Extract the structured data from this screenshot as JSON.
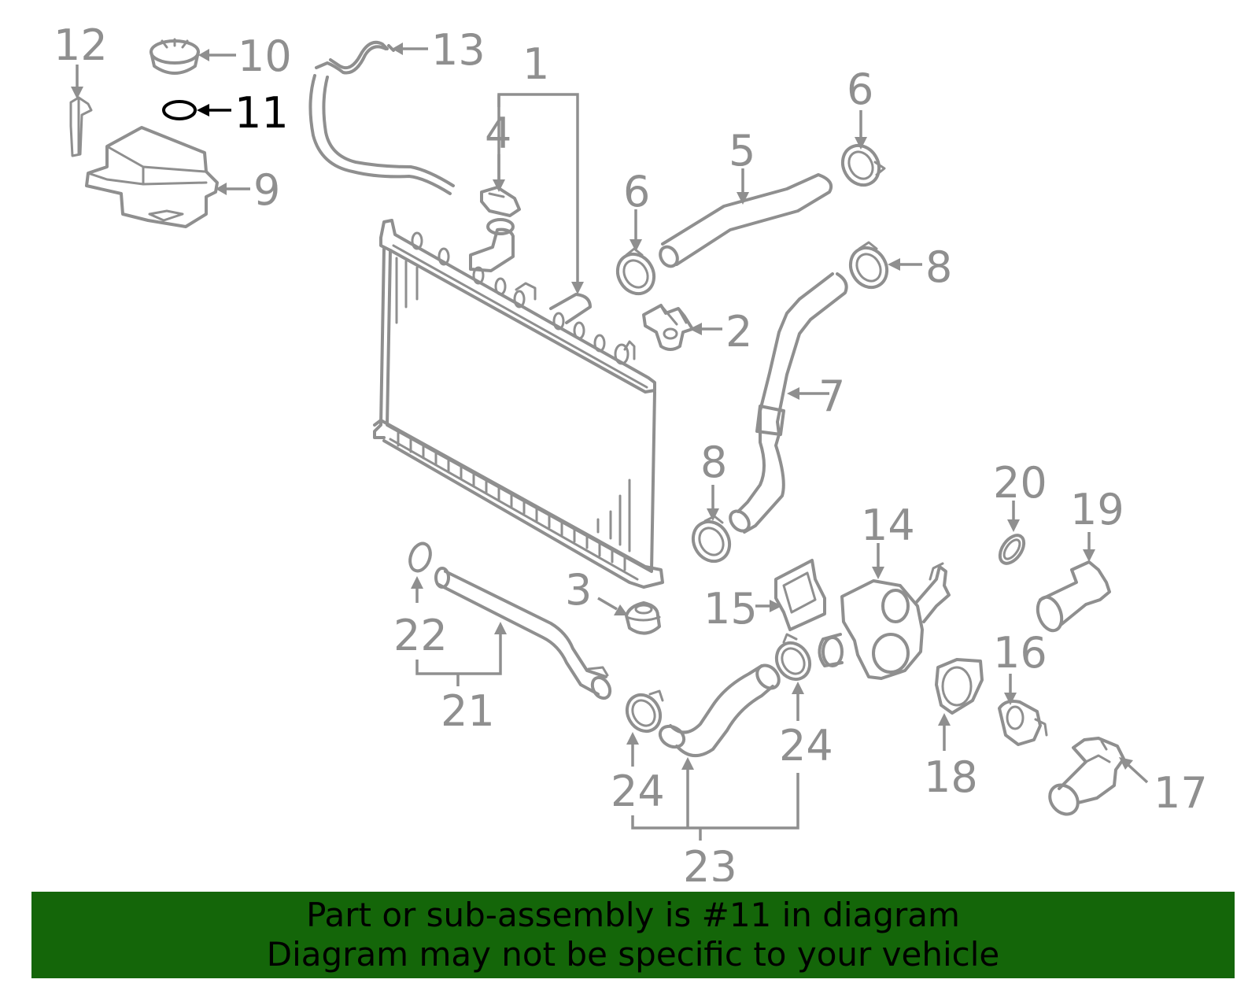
{
  "highlight_color": "#000000",
  "part_color": "#8f8f8f",
  "banner": {
    "background": "#146609",
    "line1": "Part or sub-assembly is #11 in diagram",
    "line2": "Diagram may not be specific to your vehicle"
  },
  "callouts": {
    "c1": "1",
    "c2": "2",
    "c3": "3",
    "c4": "4",
    "c5": "5",
    "c6a": "6",
    "c6b": "6",
    "c7": "7",
    "c8a": "8",
    "c8b": "8",
    "c9": "9",
    "c10": "10",
    "c11": "11",
    "c12": "12",
    "c13": "13",
    "c14": "14",
    "c15": "15",
    "c16": "16",
    "c17": "17",
    "c18": "18",
    "c19": "19",
    "c20": "20",
    "c21": "21",
    "c22": "22",
    "c23": "23",
    "c24a": "24",
    "c24b": "24",
    "c24c": "24"
  },
  "highlighted_part": "11"
}
